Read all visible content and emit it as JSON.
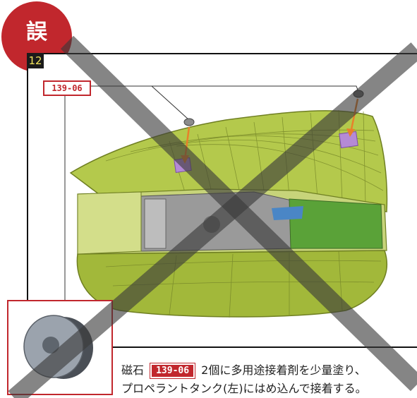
{
  "badge": {
    "label": "誤",
    "color": "#c1272d"
  },
  "step": {
    "number": "12"
  },
  "callout": {
    "part_code": "139-06"
  },
  "caption": {
    "line1_before": "磁石",
    "part_code": "139-06",
    "line1_after": "2個に多用途接着剤を少量塗り、",
    "line2": "プロペラントタンク(左)にはめ込んで接着する。"
  },
  "colors": {
    "accent": "#c1272d",
    "model_green": "#a8bd3f",
    "magnet_arrow": "#e8802a",
    "cross_overlay": "#3a3a3a"
  },
  "icons": [
    "error-badge",
    "cross-out-mark",
    "magnet-part"
  ]
}
